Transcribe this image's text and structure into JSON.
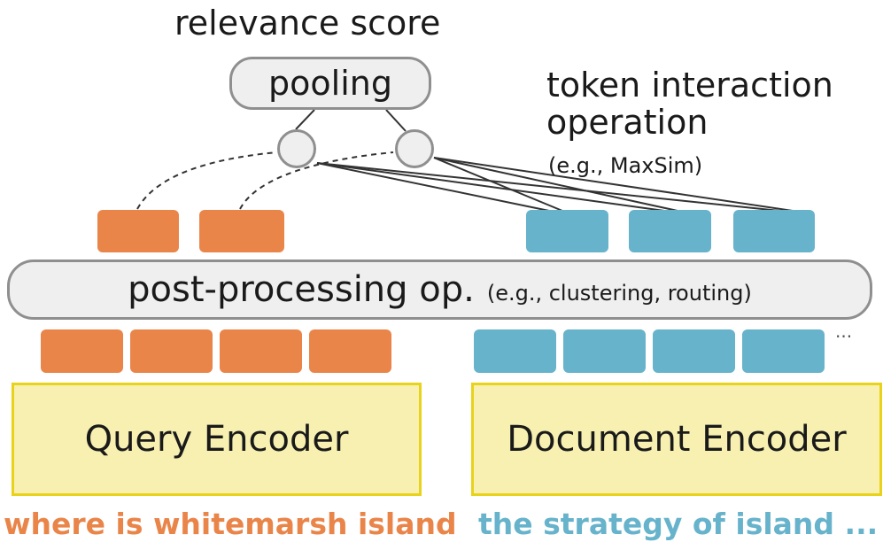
{
  "score": {
    "label": "relevance score"
  },
  "pooling": {
    "label": "pooling"
  },
  "interaction": {
    "title_line1": "token interaction",
    "title_line2": "operation",
    "example": "(e.g., MaxSim)"
  },
  "post_processing": {
    "label": "post-processing op.",
    "example": "(e.g., clustering, routing)"
  },
  "ellipsis": "...",
  "query": {
    "encoder_label": "Query Encoder",
    "text": "where is whitemarsh island",
    "color": "#ea854a"
  },
  "document": {
    "encoder_label": "Document Encoder",
    "text": "the strategy of island ...",
    "color": "#66b3cb"
  },
  "colors": {
    "encoder_fill": "#f7f0b0",
    "encoder_border": "#e8d21a",
    "node_fill": "#efefef",
    "node_border": "#8f8f8f"
  }
}
